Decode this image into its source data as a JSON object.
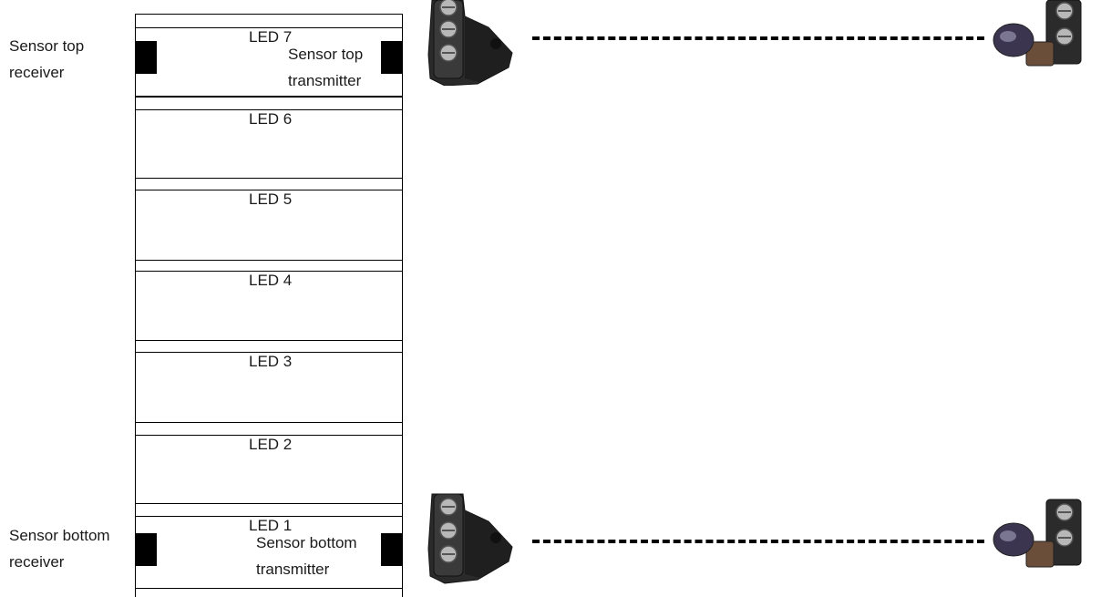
{
  "labels": {
    "top_receiver_line1": "Sensor top",
    "top_receiver_line2": "receiver",
    "top_transmitter_line1": "Sensor top",
    "top_transmitter_line2": "transmitter",
    "bottom_receiver_line1": "Sensor bottom",
    "bottom_receiver_line2": "receiver",
    "bottom_transmitter_line1": "Sensor bottom",
    "bottom_transmitter_line2": "transmitter"
  },
  "steps": [
    "LED 7",
    "LED 6",
    "LED 5",
    "LED 4",
    "LED 3",
    "LED 2",
    "LED 1"
  ],
  "devices": {
    "receiver_icon": "photo-sensor-receiver-icon",
    "transmitter_icon": "lamp-transmitter-icon"
  },
  "colors": {
    "line": "#000000",
    "device_body": "#2b2b2b",
    "screw": "#b8b8b8"
  }
}
